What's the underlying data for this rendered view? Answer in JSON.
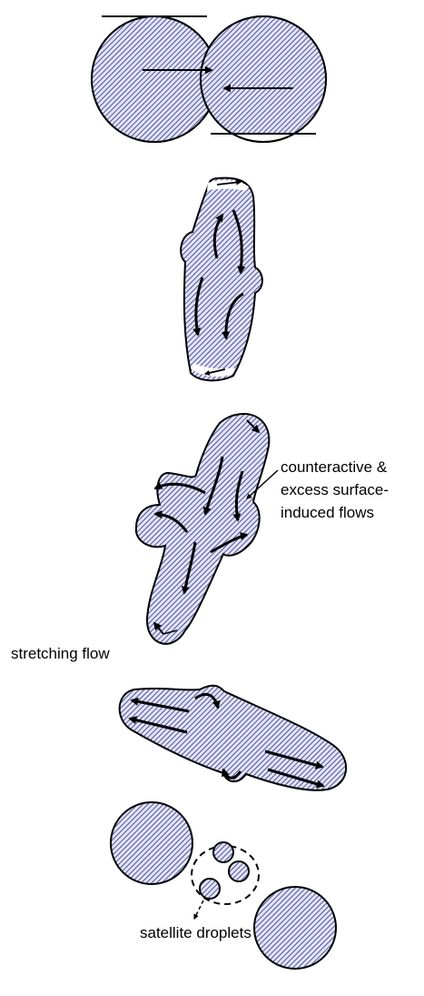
{
  "panels": [
    {
      "id": "stage-1-colliding-droplets"
    },
    {
      "id": "stage-2-coalesced-drop"
    },
    {
      "id": "stage-3-deformed-drop"
    },
    {
      "id": "stage-4-stretched-drop"
    },
    {
      "id": "stage-5-breakup"
    }
  ],
  "labels": {
    "counteractive_line1": "counteractive &",
    "counteractive_line2": "excess surface-",
    "counteractive_line3": "induced flows",
    "stretching": "stretching flow",
    "satellite": "satellite droplets"
  },
  "colors": {
    "fill": "#e3e3f3",
    "hatch": "#2a2f8a",
    "outline": "#000000"
  }
}
